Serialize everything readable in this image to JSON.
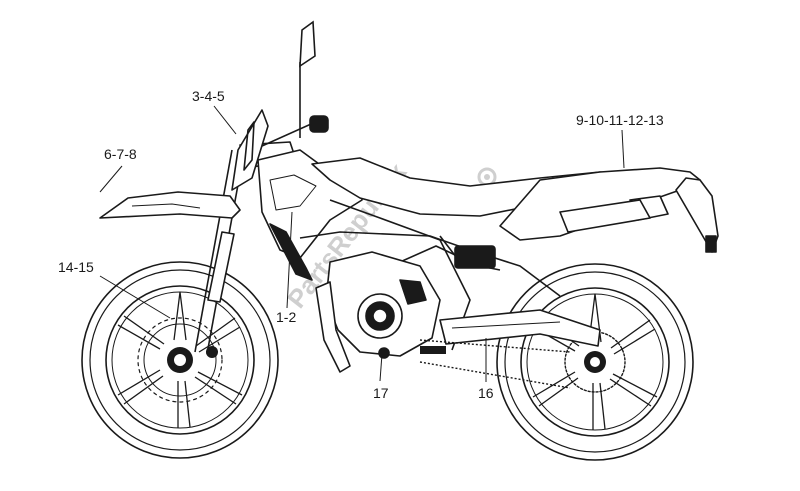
{
  "callouts": {
    "c_3_4_5": "3-4-5",
    "c_6_7_8": "6-7-8",
    "c_9_13": "9-10-11-12-13",
    "c_14_15": "14-15",
    "c_1_2": "1-2",
    "c_17": "17",
    "c_16": "16"
  },
  "watermark": "PartsRepublik",
  "colors": {
    "line": "#1a1a1a",
    "watermark": "#cfcfcf",
    "background": "#ffffff"
  }
}
